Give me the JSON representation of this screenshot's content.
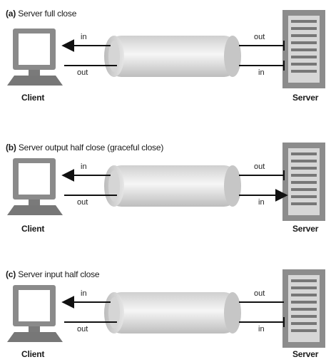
{
  "panels": [
    {
      "id": "a",
      "tag": "(a)",
      "caption": "Server full close",
      "client_label": "Client",
      "server_label": "Server",
      "client_in": "in",
      "client_out": "out",
      "server_out": "out",
      "server_in": "in",
      "server_out_state": "closed",
      "server_in_state": "closed"
    },
    {
      "id": "b",
      "tag": "(b)",
      "caption": "Server output half close (graceful close)",
      "client_label": "Client",
      "server_label": "Server",
      "client_in": "in",
      "client_out": "out",
      "server_out": "out",
      "server_in": "in",
      "server_out_state": "closed",
      "server_in_state": "open"
    },
    {
      "id": "c",
      "tag": "(c)",
      "caption": "Server input half close",
      "client_label": "Client",
      "server_label": "Server",
      "client_in": "in",
      "client_out": "out",
      "server_out": "out",
      "server_in": "in",
      "server_out_state": "open",
      "server_in_state": "closed"
    }
  ],
  "colors": {
    "line": "#111111",
    "tube": "#d9d9d9",
    "tube_highlight": "#f4f4f4",
    "device": "#777777",
    "device_light": "#c8c8c8"
  }
}
